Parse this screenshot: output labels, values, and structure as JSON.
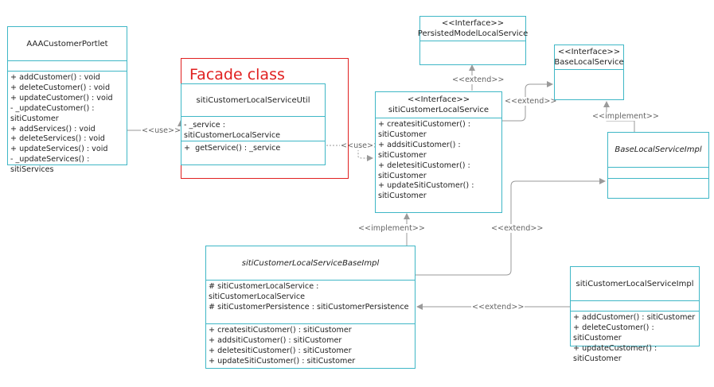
{
  "annotation": {
    "title": "Facade class"
  },
  "classes": {
    "portlet": {
      "name": "AAACustomerPortlet",
      "methods": [
        "+ addCustomer() : void",
        "+ deleteCustomer() : void",
        "+ updateCustomer() : void",
        "- _updateCustomer() :",
        "sitiCustomer",
        "+ addServices() : void",
        "+ deleteServices() : void",
        "+ updateServices() : void",
        "- _updateServices() : sitiServices"
      ]
    },
    "util": {
      "name": "sitiCustomerLocalServiceUtil",
      "attributes": [
        "- _service : sitiCustomerLocalService"
      ],
      "methods": [
        "+  getService() : _service"
      ]
    },
    "persisted": {
      "stereotype": "<<Interface>>",
      "name": "PersistedModelLocalService"
    },
    "baseLocal": {
      "stereotype": "<<Interface>>",
      "name": "BaseLocalService"
    },
    "localService": {
      "stereotype": "<<Interface>>",
      "name": "sitiCustomerLocalService",
      "methods": [
        "+ createsitiCustomer() :",
        "sitiCustomer",
        "+ addsitiCustomer() :",
        "sitiCustomer",
        "+ deletesitiCustomer() :",
        "sitiCustomer",
        "+ updateSitiCustomer() :",
        "sitiCustomer"
      ]
    },
    "baseImplGeneric": {
      "name": "BaseLocalServiceImpl"
    },
    "baseImpl": {
      "name": "sitiCustomerLocalServiceBaseImpl",
      "attributes": [
        "# sitiCustomerLocalService : sitiCustomerLocalService",
        "# sitiCustomerPersistence : sitiCustomerPersistence"
      ],
      "methods": [
        "+ createsitiCustomer() : sitiCustomer",
        "+ addsitiCustomer() : sitiCustomer",
        "+ deletesitiCustomer() : sitiCustomer",
        "+ updateSitiCustomer() : sitiCustomer"
      ]
    },
    "impl": {
      "name": "sitiCustomerLocalServiceImpl",
      "methods": [
        "+ addCustomer() : sitiCustomer",
        "+ deleteCustomer() : sitiCustomer",
        "+ updateCustomer() : sitiCustomer"
      ]
    }
  },
  "relations": {
    "use1": "<<use>>",
    "use2": "<<use>>",
    "extend_persisted": "<<extend>>",
    "extend_base": "<<extend>>",
    "implement_base": "<<implement>>",
    "implement_local": "<<implement>>",
    "extend_baseimpl": "<<extend>>",
    "extend_impl": "<<extend>>"
  },
  "colors": {
    "border": "#3fb7c6",
    "highlight": "#e02020",
    "connector": "#9a9a9a"
  }
}
